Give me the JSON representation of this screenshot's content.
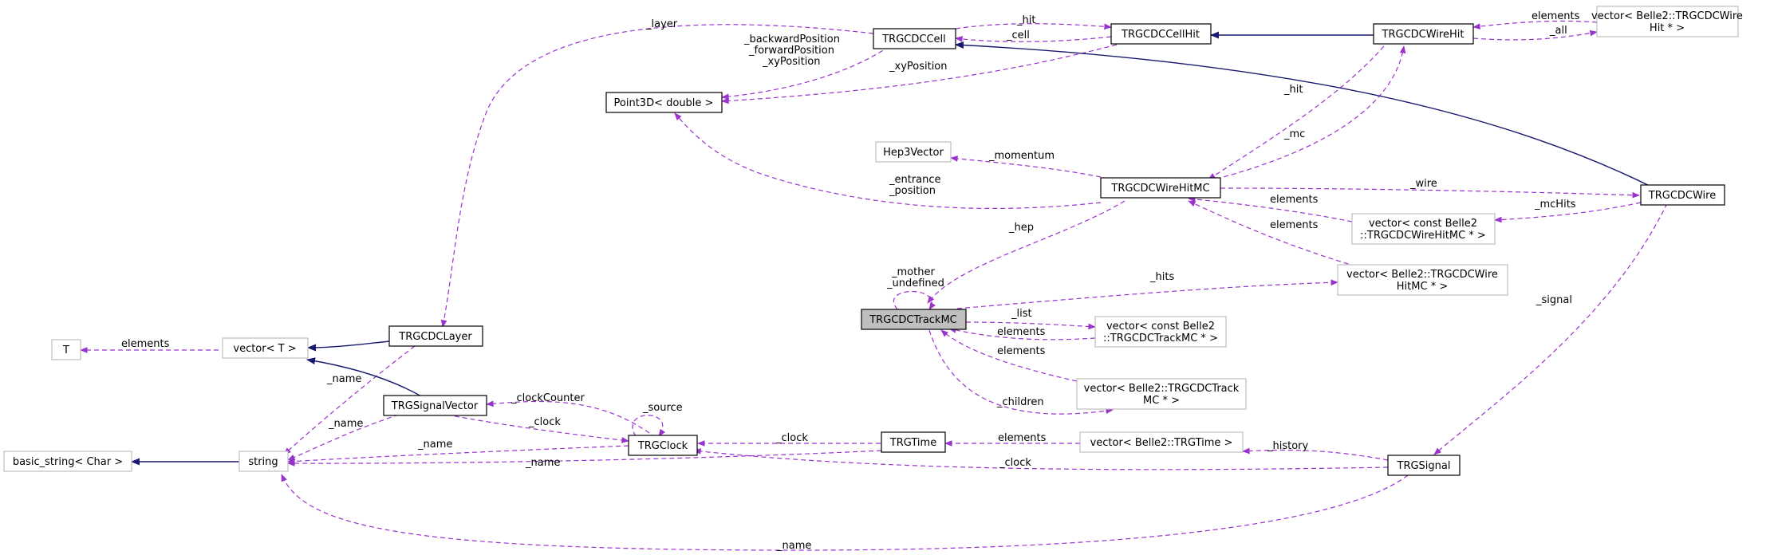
{
  "nodes": {
    "trgcdc_cell": "TRGCDCCell",
    "trgcdc_cellhit": "TRGCDCCellHit",
    "trgcdc_wirehit": "TRGCDCWireHit",
    "vec_wirehit_l1": "vector< Belle2::TRGCDCWire",
    "vec_wirehit_l2": "Hit * >",
    "point3d": "Point3D< double >",
    "hep3vector": "Hep3Vector",
    "trgcdc_wirehitmc": "TRGCDCWireHitMC",
    "trgcdc_wire": "TRGCDCWire",
    "vec_const_whmc_l1": "vector< const Belle2",
    "vec_const_whmc_l2": "::TRGCDCWireHitMC * >",
    "vec_whmc_l1": "vector< Belle2::TRGCDCWire",
    "vec_whmc_l2": "HitMC * >",
    "trgcdc_trackmc": "TRGCDCTrackMC",
    "vec_const_track_l1": "vector< const Belle2",
    "vec_const_track_l2": "::TRGCDCTrackMC * >",
    "vec_track_l1": "vector< Belle2::TRGCDCTrack",
    "vec_track_l2": "MC * >",
    "t": "T",
    "vector_t": "vector< T >",
    "trgcdc_layer": "TRGCDCLayer",
    "trg_signalvector": "TRGSignalVector",
    "trg_clock": "TRGClock",
    "trg_time": "TRGTime",
    "vec_trgtime": "vector< Belle2::TRGTime >",
    "trg_signal": "TRGSignal",
    "basic_string": "basic_string< Char >",
    "string": "string"
  },
  "edge_labels": {
    "layer": "_layer",
    "hit_top": "_hit",
    "cell": "_cell",
    "elements_wirehit": "elements",
    "all": "_all",
    "backward_position": "_backwardPosition",
    "forward_position": "_forwardPosition",
    "xy_position_a": "_xyPosition",
    "xy_position_b": "_xyPosition",
    "hit_mc": "_hit",
    "mc": "_mc",
    "momentum": "_momentum",
    "entrance": "_entrance",
    "position": "_position",
    "wire": "_wire",
    "elements_whmc_a": "elements",
    "mc_hits": "_mcHits",
    "elements_whmc_b": "elements",
    "hep": "_hep",
    "mother": "_mother",
    "undefined": "_undefined",
    "hits": "_hits",
    "list": "_list",
    "elements_track_a": "elements",
    "elements_track_b": "elements",
    "children": "_children",
    "signal": "_signal",
    "elements_t": "elements",
    "name_layer": "_name",
    "clock_counter": "_clockCounter",
    "source": "_source",
    "name_sigvec": "_name",
    "clock_sigvec": "_clock",
    "name_clock": "_name",
    "clock_time": "_clock",
    "elements_time": "elements",
    "history": "_history",
    "name_time": "_name",
    "clock_signal": "_clock",
    "name_signal": "_name"
  },
  "colors": {
    "dependency_edge": "#9a32cd",
    "inheritance_edge": "#191970",
    "focus_fill": "#bfbfbf",
    "gray_border": "#bfbfbf"
  }
}
